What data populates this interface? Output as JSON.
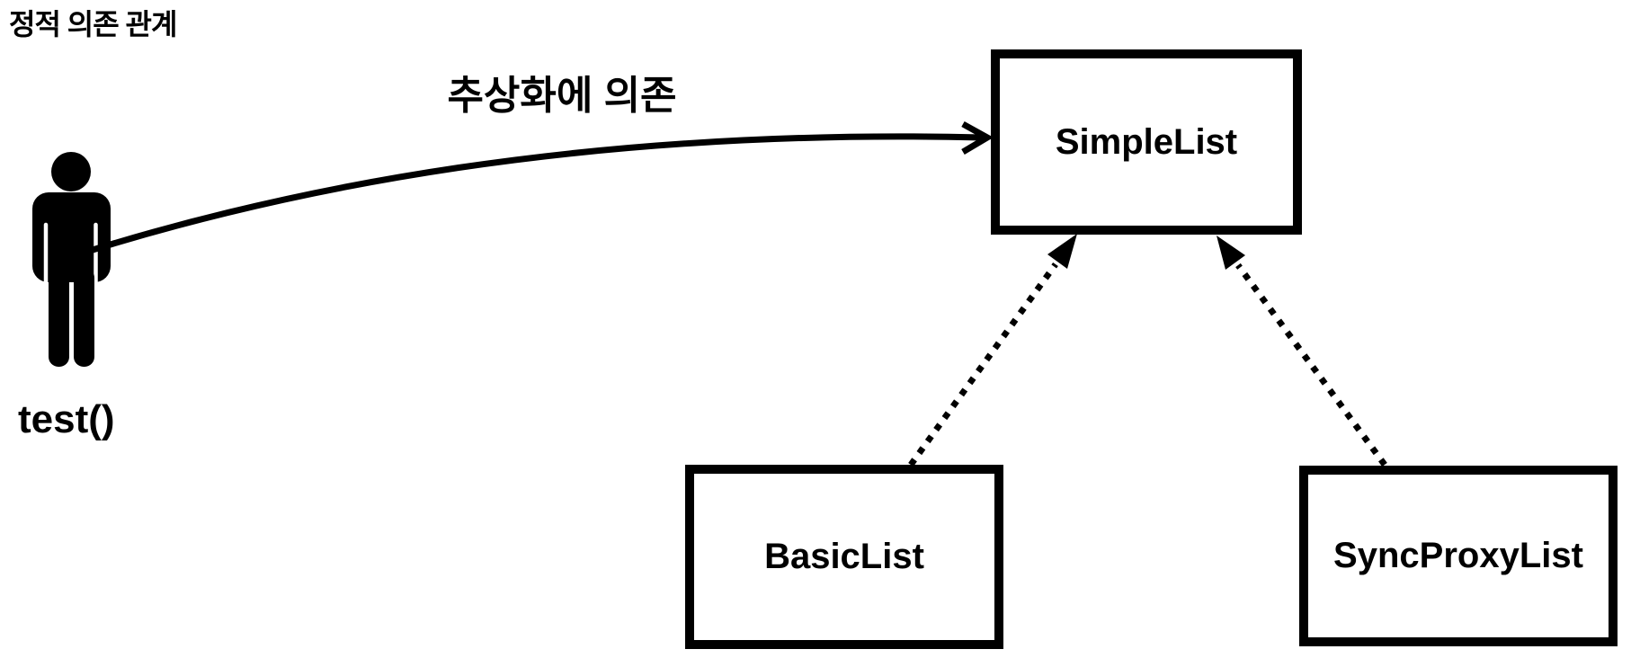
{
  "title": "정적 의존 관계",
  "colors": {
    "ink": "#000000",
    "background": "#ffffff"
  },
  "actor": {
    "label": "test()",
    "icon": "person-icon"
  },
  "dependency": {
    "label": "추상화에 의존",
    "from": "test()",
    "to": "SimpleList",
    "line": "solid-curved",
    "arrowhead": "open"
  },
  "classes": {
    "simple": {
      "label": "SimpleList"
    },
    "basic": {
      "label": "BasicList"
    },
    "sync": {
      "label": "SyncProxyList"
    }
  },
  "realizations": [
    {
      "from": "BasicList",
      "to": "SimpleList",
      "line": "dotted",
      "arrowhead": "filled-triangle"
    },
    {
      "from": "SyncProxyList",
      "to": "SimpleList",
      "line": "dotted",
      "arrowhead": "filled-triangle"
    }
  ]
}
